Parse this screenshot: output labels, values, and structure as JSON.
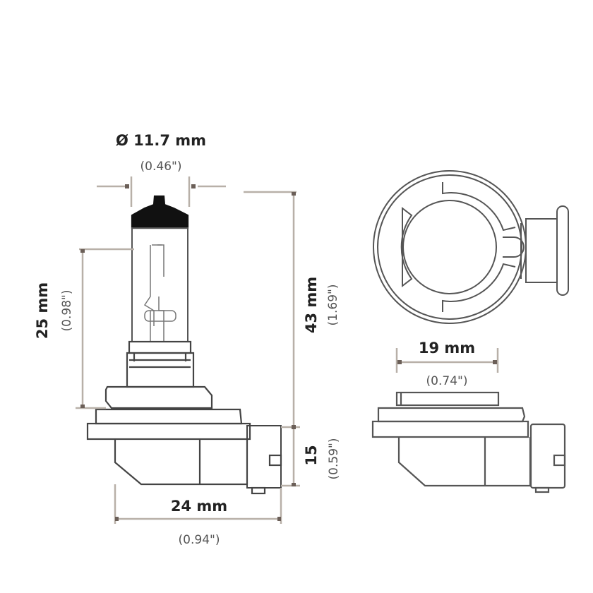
{
  "title": "H11 halogen bulb dimension drawing",
  "colors": {
    "outline": "#444444",
    "dimension_line": "#b8b0a8",
    "arrow_marker": "#6b5f58",
    "text_main": "#222222",
    "text_sub": "#555555",
    "cap_fill": "#111111"
  },
  "dimensions": {
    "diameter": {
      "main": "Ø 11.7 mm",
      "sub": "(0.46\")"
    },
    "glass_height": {
      "main": "25 mm",
      "sub": "(0.98\")"
    },
    "overall_height": {
      "main": "43 mm",
      "sub": "(1.69\")"
    },
    "base_height": {
      "main": "15",
      "sub": "(0.59\")"
    },
    "base_width": {
      "main": "24 mm",
      "sub": "(0.94\")"
    },
    "flange_width": {
      "main": "19 mm",
      "sub": "(0.74\")"
    }
  },
  "views": [
    {
      "name": "side-view",
      "label": ""
    },
    {
      "name": "top-view",
      "label": ""
    },
    {
      "name": "base-side-view",
      "label": ""
    }
  ]
}
